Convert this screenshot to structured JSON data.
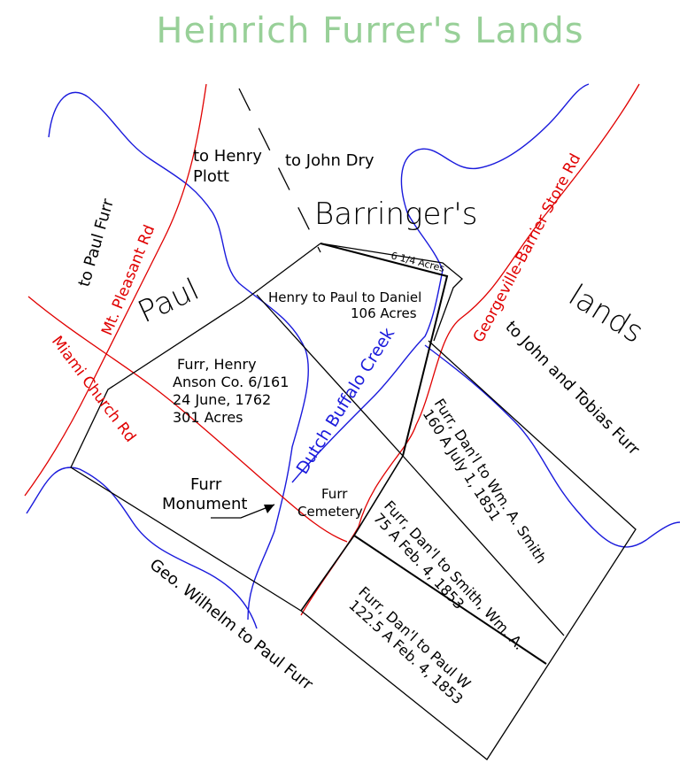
{
  "title": "Heinrich Furrer's Lands",
  "colors": {
    "road": "#e00000",
    "creek": "#1a1adc",
    "boundary": "#000000",
    "title": "#98d098"
  },
  "labels": {
    "to_henry_plott": [
      "to Henry",
      "Plott"
    ],
    "to_john_dry": "to John Dry",
    "barringers": "Barringer's",
    "lands": "lands",
    "paul": "Paul",
    "to_paul_furr": "to Paul Furr",
    "six_quarter_acres": "6 1/4 Acres",
    "henry_to_paul": [
      "Henry to Paul to Daniel",
      "106 Acres"
    ],
    "furr_henry": [
      "Furr, Henry",
      "Anson Co. 6/161",
      "24 June, 1762",
      "301 Acres"
    ],
    "furr_monument": [
      "Furr",
      "Monument"
    ],
    "furr_cemetery": [
      "Furr",
      "Cemetery"
    ],
    "to_john_tobias": "to John and Tobias Furr",
    "smith_1851": [
      "Furr, Dan'l to Wm. A. Smith",
      "160 A  July 1, 1851"
    ],
    "smith_1853": [
      "Furr, Dan'l to Smith, Wm. A.",
      "75 A  Feb. 4, 1853"
    ],
    "paul_w_1853": [
      "Furr, Dan'l to Paul W",
      "122.5 A  Feb. 4, 1853"
    ],
    "geo_wilhelm": "Geo. Wilhelm to Paul Furr"
  },
  "roads": {
    "mt_pleasant": "Mt. Pleasant Rd",
    "miami_church": "Miami Church Rd",
    "georgeville": "Georgeville-Barrier Store Rd"
  },
  "creeks": {
    "dutch_buffalo": "Dutch Buffalo Creek"
  }
}
